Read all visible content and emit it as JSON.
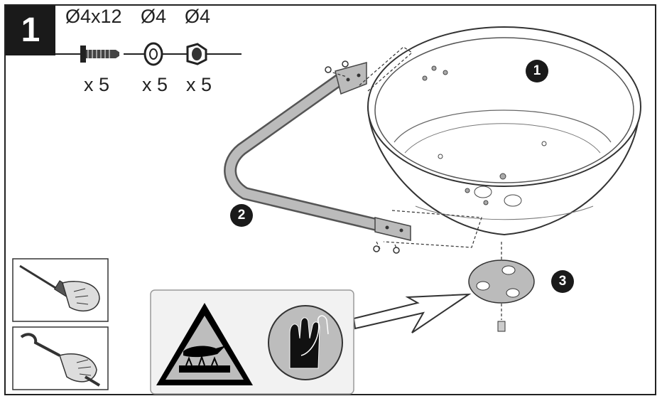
{
  "step": {
    "number": "1"
  },
  "hardware": [
    {
      "size": "Ø4x12",
      "qty": "x 5",
      "icon": "screw-icon"
    },
    {
      "size": "Ø4",
      "qty": "x 5",
      "icon": "washer-icon"
    },
    {
      "size": "Ø4",
      "qty": "x 5",
      "icon": "nut-icon"
    }
  ],
  "callouts": [
    "1",
    "2",
    "3"
  ],
  "tools": [
    "screwdriver-icon",
    "wrench-icon"
  ],
  "safety": [
    "hot-surface-warning-icon",
    "wear-gloves-icon"
  ]
}
